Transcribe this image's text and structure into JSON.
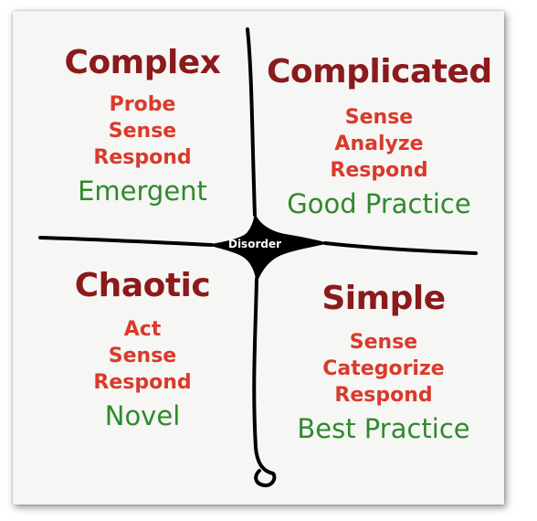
{
  "domains": {
    "complex": {
      "title": "Complex",
      "steps": [
        "Probe",
        "Sense",
        "Respond"
      ],
      "practice": "Emergent"
    },
    "complicated": {
      "title": "Complicated",
      "steps": [
        "Sense",
        "Analyze",
        "Respond"
      ],
      "practice": "Good Practice"
    },
    "chaotic": {
      "title": "Chaotic",
      "steps": [
        "Act",
        "Sense",
        "Respond"
      ],
      "practice": "Novel"
    },
    "simple": {
      "title": "Simple",
      "steps": [
        "Sense",
        "Categorize",
        "Respond"
      ],
      "practice": "Best Practice"
    }
  },
  "center": {
    "label": "Disorder"
  },
  "colors": {
    "title": "#8b1a1c",
    "steps": "#d93a2b",
    "practice": "#2f8a2c",
    "lines": "#000000"
  }
}
